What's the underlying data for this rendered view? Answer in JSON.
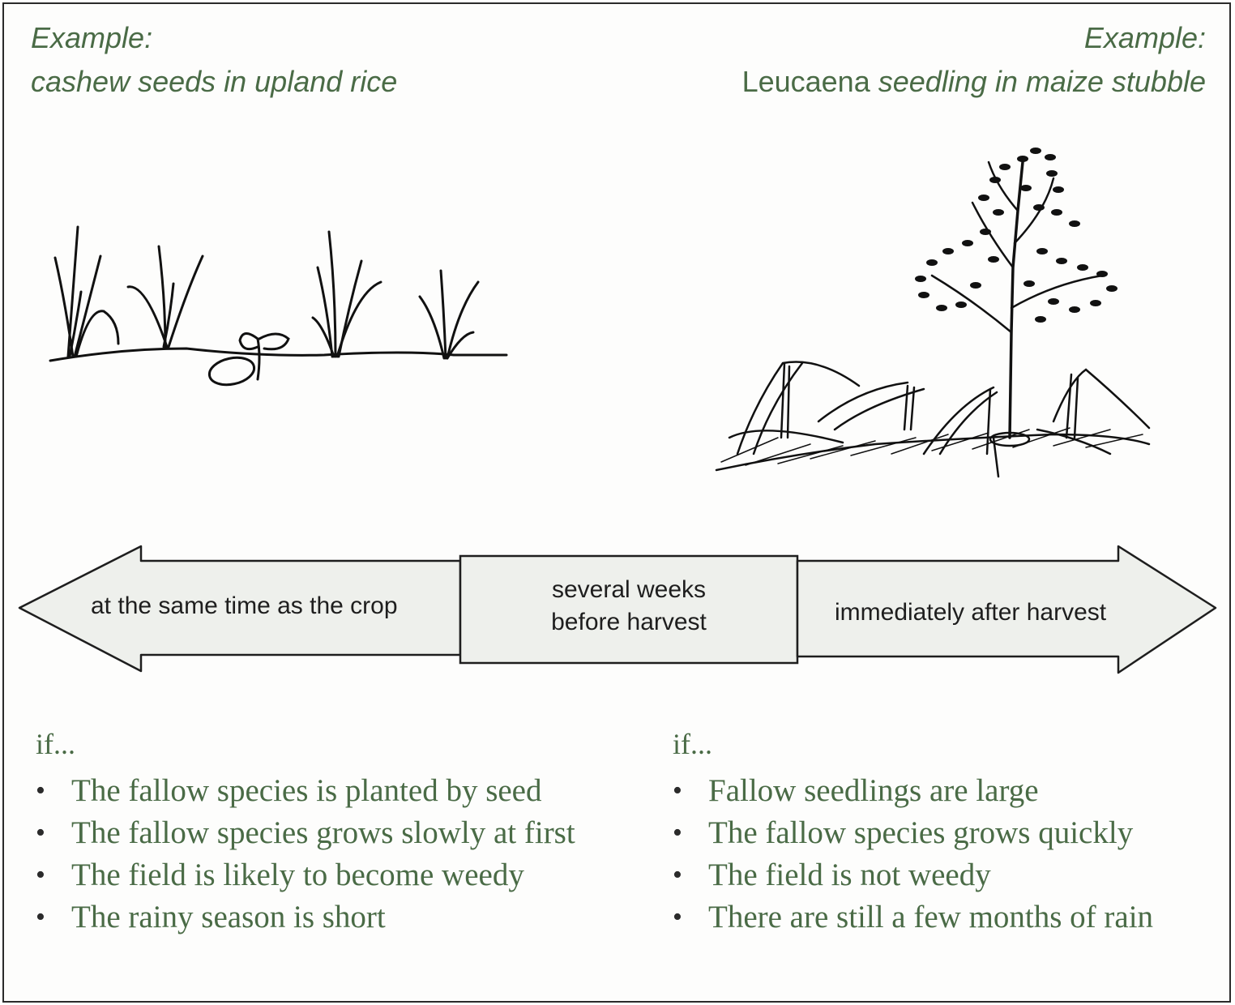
{
  "examples": {
    "left": {
      "heading": "Example:",
      "caption": "cashew seeds in upland rice"
    },
    "right": {
      "heading": "Example:",
      "caption_plain": "Leucaena",
      "caption_italic": "seedling in maize stubble"
    }
  },
  "timeline": {
    "left_label": "at the same time as the crop",
    "mid_line1": "several weeks",
    "mid_line2": "before harvest",
    "right_label": "immediately after harvest"
  },
  "conditions": {
    "left": {
      "intro": "if...",
      "items": [
        "The fallow species is planted by seed",
        "The fallow species grows slowly at first",
        "The field is likely to become weedy",
        "The rainy season is short"
      ]
    },
    "right": {
      "intro": "if...",
      "items": [
        "Fallow seedlings are large",
        "The fallow species grows quickly",
        "The field is not weedy",
        "There are still a few months of rain"
      ]
    }
  },
  "colors": {
    "text_green": "#4a6b46",
    "arrow_fill": "#eef0ec",
    "ink": "#1e1e1e"
  },
  "bullet_glyph": "•"
}
